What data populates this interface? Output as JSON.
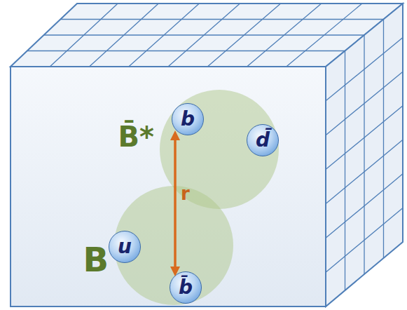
{
  "diagram": {
    "nodes": [
      {
        "text": [
          "B̄*"
        ]
      },
      {
        "text": [
          "b"
        ],
        "in": 0
      },
      {
        "text": [
          "d̄"
        ],
        "in": 0
      },
      {
        "text": [
          "B"
        ]
      },
      {
        "text": [
          "u"
        ],
        "in": 3
      },
      {
        "text": [
          "b̄"
        ],
        "in": 3
      }
    ],
    "edges": [
      {
        "from": 1,
        "to": 5,
        "arrow": "both",
        "label": "r"
      }
    ]
  }
}
